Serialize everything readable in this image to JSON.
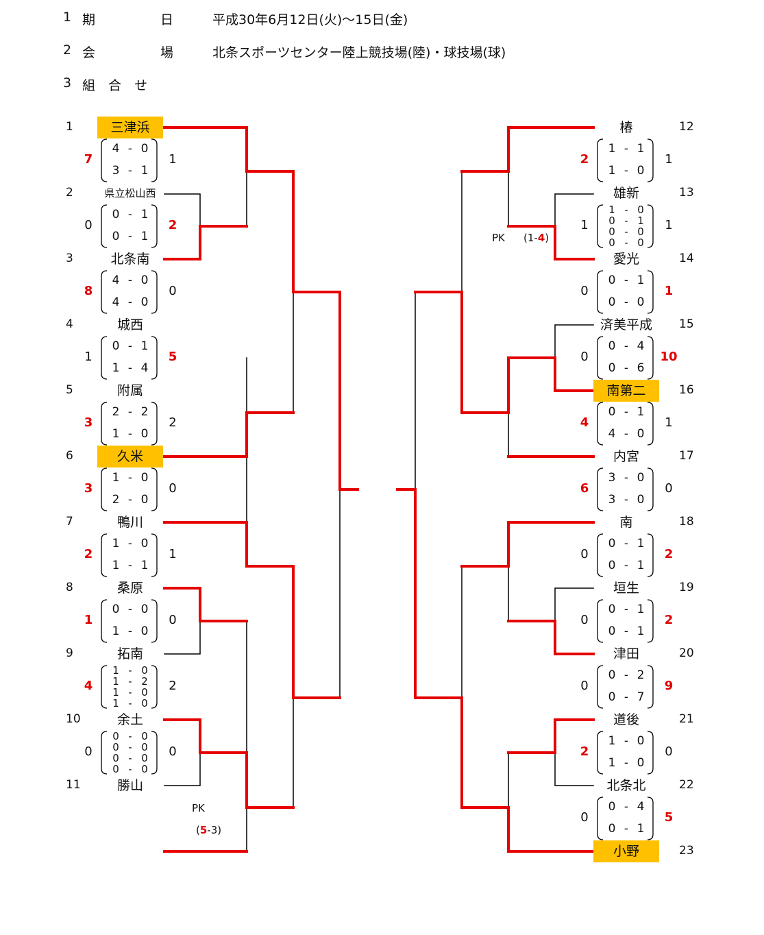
{
  "header": [
    {
      "no": "1",
      "label": "期　　　　　日",
      "value": "平成30年6月12日(火)～15日(金)"
    },
    {
      "no": "2",
      "label": "会　　　　　場",
      "value": "北条スポーツセンター陸上競技場(陸)・球技場(球)"
    },
    {
      "no": "3",
      "label": "組　合　せ",
      "value": ""
    }
  ],
  "left_teams": [
    {
      "no": "1",
      "name": "三津浜"
    },
    {
      "no": "2",
      "name": "県立松山西"
    },
    {
      "no": "3",
      "name": "北条南"
    },
    {
      "no": "4",
      "name": "城西"
    },
    {
      "no": "5",
      "name": "附属"
    },
    {
      "no": "6",
      "name": "久米"
    },
    {
      "no": "7",
      "name": "鴨川"
    },
    {
      "no": "8",
      "name": "桑原"
    },
    {
      "no": "9",
      "name": "拓南"
    },
    {
      "no": "10",
      "name": "余土"
    },
    {
      "no": "11",
      "name": "勝山"
    }
  ],
  "right_teams": [
    {
      "no": "12",
      "name": "椿"
    },
    {
      "no": "13",
      "name": "雄新"
    },
    {
      "no": "14",
      "name": "愛光"
    },
    {
      "no": "15",
      "name": "済美平成"
    },
    {
      "no": "16",
      "name": "南第二"
    },
    {
      "no": "17",
      "name": "内宮"
    },
    {
      "no": "18",
      "name": "南"
    },
    {
      "no": "19",
      "name": "垣生"
    },
    {
      "no": "20",
      "name": "津田"
    },
    {
      "no": "21",
      "name": "道後"
    },
    {
      "no": "22",
      "name": "北条北"
    },
    {
      "no": "23",
      "name": "小野"
    }
  ],
  "left_matches": [
    {
      "lt": "7",
      "rt": "1",
      "halves": [
        [
          "4",
          "0"
        ],
        [
          "3",
          "1"
        ]
      ]
    },
    {
      "lt": "0",
      "rt": "2",
      "halves": [
        [
          "0",
          "1"
        ],
        [
          "0",
          "1"
        ]
      ]
    },
    {
      "lt": "8",
      "rt": "0",
      "halves": [
        [
          "4",
          "0"
        ],
        [
          "4",
          "0"
        ]
      ]
    },
    {
      "lt": "1",
      "rt": "5",
      "halves": [
        [
          "0",
          "1"
        ],
        [
          "1",
          "4"
        ]
      ]
    },
    {
      "lt": "3",
      "rt": "2",
      "halves": [
        [
          "2",
          "2"
        ],
        [
          "1",
          "0"
        ]
      ]
    },
    {
      "lt": "3",
      "rt": "0",
      "halves": [
        [
          "1",
          "0"
        ],
        [
          "2",
          "0"
        ]
      ]
    },
    {
      "lt": "2",
      "rt": "1",
      "halves": [
        [
          "1",
          "0"
        ],
        [
          "1",
          "1"
        ]
      ]
    },
    {
      "lt": "1",
      "rt": "0",
      "halves": [
        [
          "0",
          "0"
        ],
        [
          "1",
          "0"
        ]
      ]
    },
    {
      "lt": "4",
      "rt": "2",
      "halves": [
        [
          "1",
          "0"
        ],
        [
          "1",
          "2"
        ],
        [
          "1",
          "0"
        ],
        [
          "1",
          "0"
        ]
      ]
    },
    {
      "lt": "0",
      "rt": "0",
      "halves": [
        [
          "0",
          "0"
        ],
        [
          "0",
          "0"
        ],
        [
          "0",
          "0"
        ],
        [
          "0",
          "0"
        ]
      ]
    }
  ],
  "right_matches": [
    {
      "lt": "2",
      "rt": "1",
      "halves": [
        [
          "1",
          "1"
        ],
        [
          "1",
          "0"
        ]
      ]
    },
    {
      "lt": "1",
      "rt": "1",
      "halves": [
        [
          "1",
          "0"
        ],
        [
          "0",
          "1"
        ],
        [
          "0",
          "0"
        ],
        [
          "0",
          "0"
        ]
      ]
    },
    {
      "lt": "0",
      "rt": "1",
      "halves": [
        [
          "0",
          "1"
        ],
        [
          "0",
          "0"
        ]
      ]
    },
    {
      "lt": "0",
      "rt": "10",
      "halves": [
        [
          "0",
          "4"
        ],
        [
          "0",
          "6"
        ]
      ]
    },
    {
      "lt": "4",
      "rt": "1",
      "halves": [
        [
          "0",
          "1"
        ],
        [
          "4",
          "0"
        ]
      ]
    },
    {
      "lt": "6",
      "rt": "0",
      "halves": [
        [
          "3",
          "0"
        ],
        [
          "3",
          "0"
        ]
      ]
    },
    {
      "lt": "0",
      "rt": "2",
      "halves": [
        [
          "0",
          "1"
        ],
        [
          "0",
          "1"
        ]
      ]
    },
    {
      "lt": "0",
      "rt": "2",
      "halves": [
        [
          "0",
          "1"
        ],
        [
          "0",
          "1"
        ]
      ]
    },
    {
      "lt": "0",
      "rt": "9",
      "halves": [
        [
          "0",
          "2"
        ],
        [
          "0",
          "7"
        ]
      ]
    },
    {
      "lt": "2",
      "rt": "0",
      "halves": [
        [
          "1",
          "0"
        ],
        [
          "1",
          "0"
        ]
      ]
    },
    {
      "lt": "0",
      "rt": "5",
      "halves": [
        [
          "0",
          "4"
        ],
        [
          "0",
          "1"
        ]
      ]
    }
  ],
  "pk_left": {
    "label": "PK",
    "win": "5",
    "dash": "-",
    "lose": "3"
  },
  "pk_right": {
    "label": "PK",
    "lose": "1",
    "dash": "-",
    "win": "4"
  },
  "colors": {
    "winner_line": "#e60000",
    "loser_line": "#000000",
    "highlight": "#ffc000",
    "win_score": "#e00000"
  }
}
